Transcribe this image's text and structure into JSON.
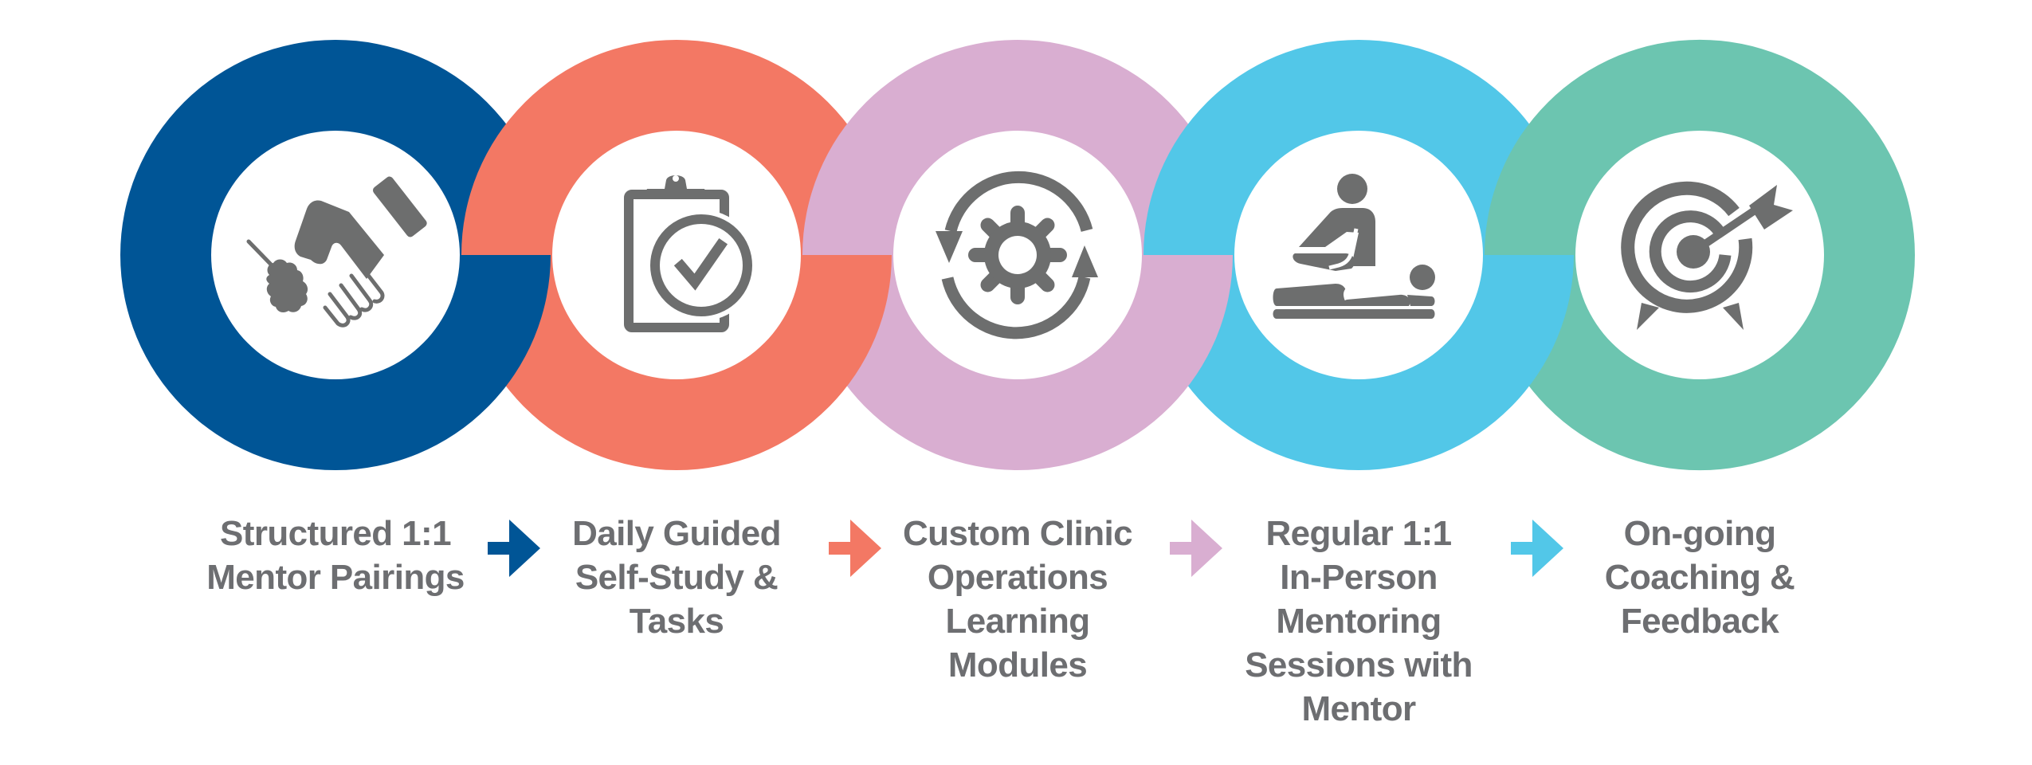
{
  "diagram": {
    "type": "process-flow",
    "steps": [
      {
        "lines": [
          "Structured 1:1",
          "Mentor Pairings"
        ],
        "icon": "handshake-icon",
        "color": "#005596"
      },
      {
        "lines": [
          "Daily Guided",
          "Self-Study &",
          "Tasks"
        ],
        "icon": "clipboard-check-icon",
        "color": "#f37864"
      },
      {
        "lines": [
          "Custom Clinic",
          "Operations",
          "Learning",
          "Modules"
        ],
        "icon": "gear-cycle-icon",
        "color": "#d9aed1"
      },
      {
        "lines": [
          "Regular 1:1",
          "In-Person",
          "Mentoring",
          "Sessions with",
          "Mentor"
        ],
        "icon": "therapist-icon",
        "color": "#52c7e8"
      },
      {
        "lines": [
          "On-going",
          "Coaching &",
          "Feedback"
        ],
        "icon": "target-arrow-icon",
        "color": "#6cc5b0"
      }
    ],
    "arrows": [
      {
        "from": 1,
        "to": 2,
        "icon": "arrow-right-icon",
        "color": "#005596"
      },
      {
        "from": 2,
        "to": 3,
        "icon": "arrow-right-icon",
        "color": "#f37864"
      },
      {
        "from": 3,
        "to": 4,
        "icon": "arrow-right-icon",
        "color": "#d9aed1"
      },
      {
        "from": 4,
        "to": 5,
        "icon": "arrow-right-icon",
        "color": "#52c7e8"
      }
    ],
    "text_color": "#6d6e71",
    "icon_color": "#6d6e6e"
  }
}
